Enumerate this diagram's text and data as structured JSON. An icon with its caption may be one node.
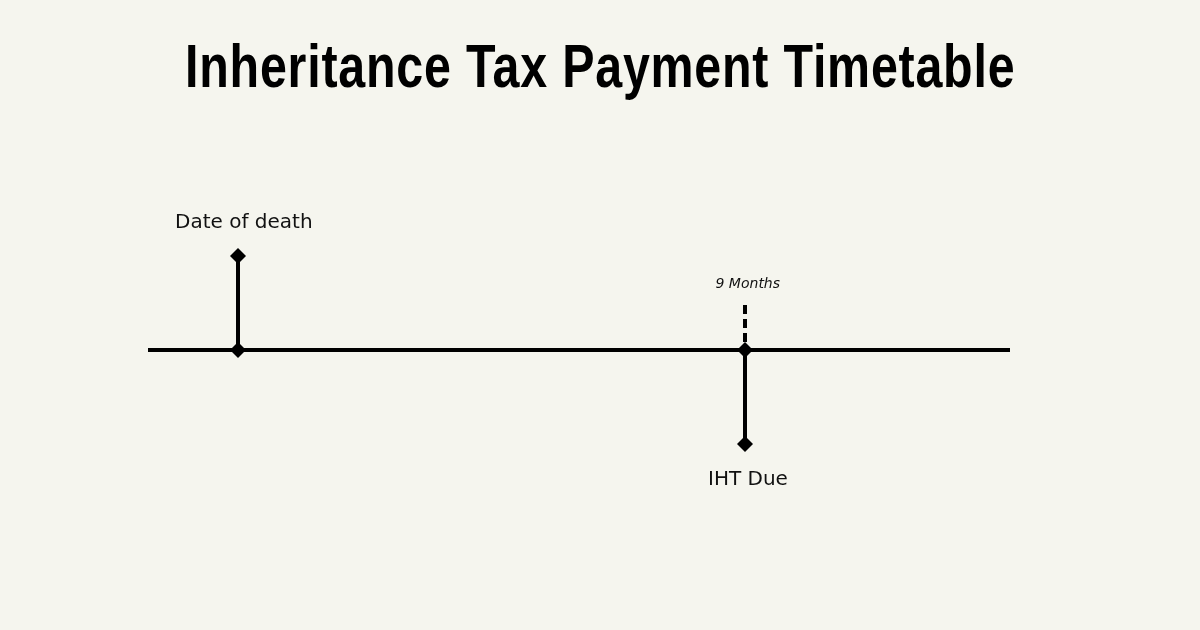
{
  "diagram": {
    "title": "Inheritance Tax Payment Timetable",
    "labels": [
      "Date of death",
      "9 Months",
      "IHT Due"
    ]
  }
}
